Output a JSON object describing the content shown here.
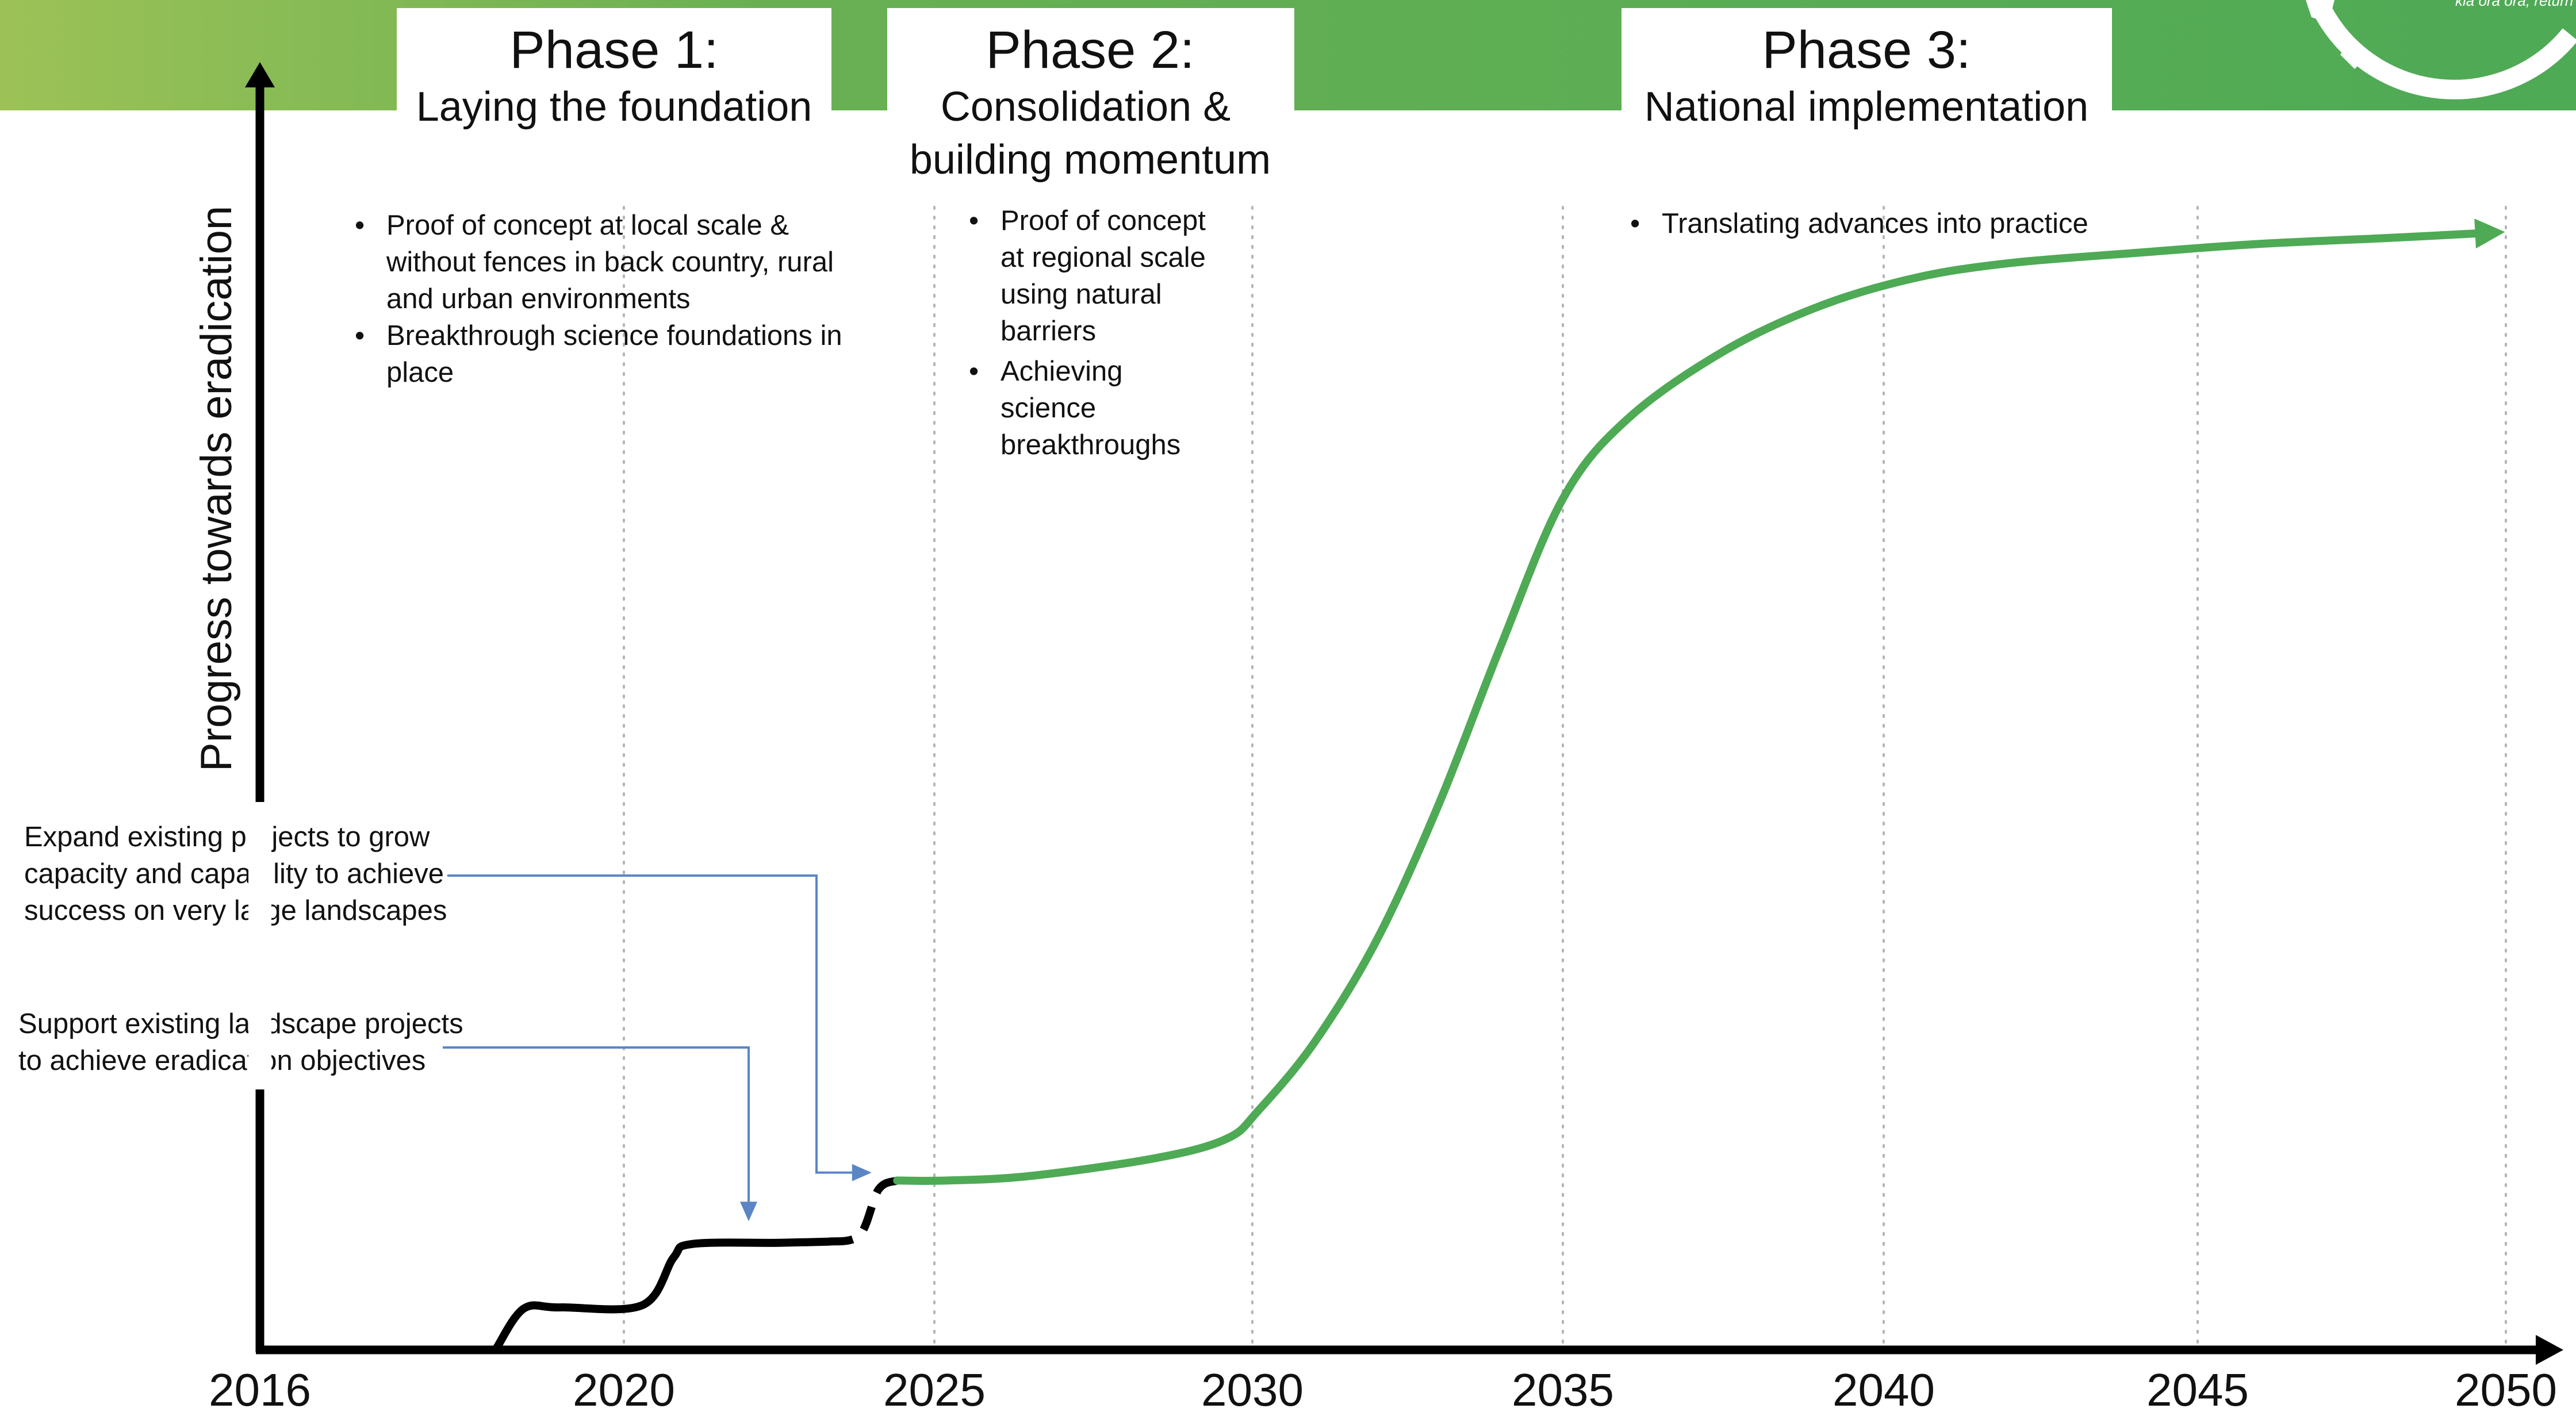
{
  "header": {
    "colors": {
      "band_start": "#9cc257",
      "band_end": "#4eaa55"
    },
    "phases": [
      {
        "title": "Phase 1:",
        "subtitle_lines": [
          "Laying the foundation"
        ]
      },
      {
        "title": "Phase 2:",
        "subtitle_lines": [
          "Consolidation &",
          "building momentum"
        ]
      },
      {
        "title": "Phase 3:",
        "subtitle_lines": [
          "National implementation"
        ]
      }
    ],
    "logo": {
      "tagline": "kia ora ora, return to life"
    }
  },
  "phase_notes": [
    {
      "items": [
        [
          "Proof of concept at local scale &",
          "without fences in back country, rural",
          "and urban environments"
        ],
        [
          "Breakthrough science foundations in",
          "place"
        ]
      ]
    },
    {
      "items": [
        [
          "Proof of concept",
          "at regional scale",
          "using natural",
          "barriers"
        ],
        [
          "Achieving",
          "science",
          "breakthroughs"
        ]
      ]
    },
    {
      "items": [
        [
          "Translating advances into practice"
        ]
      ]
    }
  ],
  "annotations": [
    {
      "lines": [
        "Expand existing projects to grow",
        "capacity and capability to achieve",
        "success on very large landscapes"
      ],
      "target_year": 2024.1,
      "target_level": 0.155
    },
    {
      "lines": [
        "Support existing landscape projects",
        "to achieve eradication objectives"
      ],
      "target_year": 2022.2,
      "target_level": 0.108
    }
  ],
  "chart_data": {
    "type": "line",
    "title": "",
    "xlabel": "",
    "ylabel": "Progress towards eradication",
    "xlim": [
      2016,
      2050
    ],
    "ylim": [
      0,
      1
    ],
    "y_ticks_shown": false,
    "x_tick_labels": [
      "2016",
      "2020",
      "2025",
      "2030",
      "2035",
      "2040",
      "2045",
      "2050"
    ],
    "x_ticks": [
      2016,
      2020,
      2025,
      2030,
      2035,
      2040,
      2045,
      2050
    ],
    "gridlines": "dotted vertical",
    "series": [
      {
        "style": "solid",
        "color": "#000000",
        "points": [
          [
            2018.6,
            0.0
          ],
          [
            2018.9,
            0.035
          ],
          [
            2019.3,
            0.036
          ],
          [
            2020.3,
            0.038
          ],
          [
            2020.8,
            0.08
          ],
          [
            2021.1,
            0.092
          ],
          [
            2022.5,
            0.093
          ],
          [
            2023.3,
            0.094
          ]
        ]
      },
      {
        "style": "dashed",
        "color": "#000000",
        "points": [
          [
            2023.3,
            0.094
          ],
          [
            2023.8,
            0.1
          ],
          [
            2024.1,
            0.14
          ],
          [
            2024.4,
            0.148
          ]
        ]
      },
      {
        "style": "solid",
        "color": "#4eaa55",
        "arrow_end": true,
        "points": [
          [
            2024.4,
            0.148
          ],
          [
            2025.2,
            0.148
          ],
          [
            2026.5,
            0.152
          ],
          [
            2028.5,
            0.168
          ],
          [
            2029.6,
            0.185
          ],
          [
            2030.1,
            0.21
          ],
          [
            2031.0,
            0.27
          ],
          [
            2032.0,
            0.36
          ],
          [
            2033.0,
            0.48
          ],
          [
            2034.0,
            0.62
          ],
          [
            2035.0,
            0.75
          ],
          [
            2036.0,
            0.82
          ],
          [
            2037.5,
            0.88
          ],
          [
            2039.0,
            0.92
          ],
          [
            2040.5,
            0.945
          ],
          [
            2042.0,
            0.958
          ],
          [
            2044.0,
            0.967
          ],
          [
            2046.0,
            0.975
          ],
          [
            2048.0,
            0.98
          ],
          [
            2049.8,
            0.985
          ]
        ]
      }
    ]
  }
}
